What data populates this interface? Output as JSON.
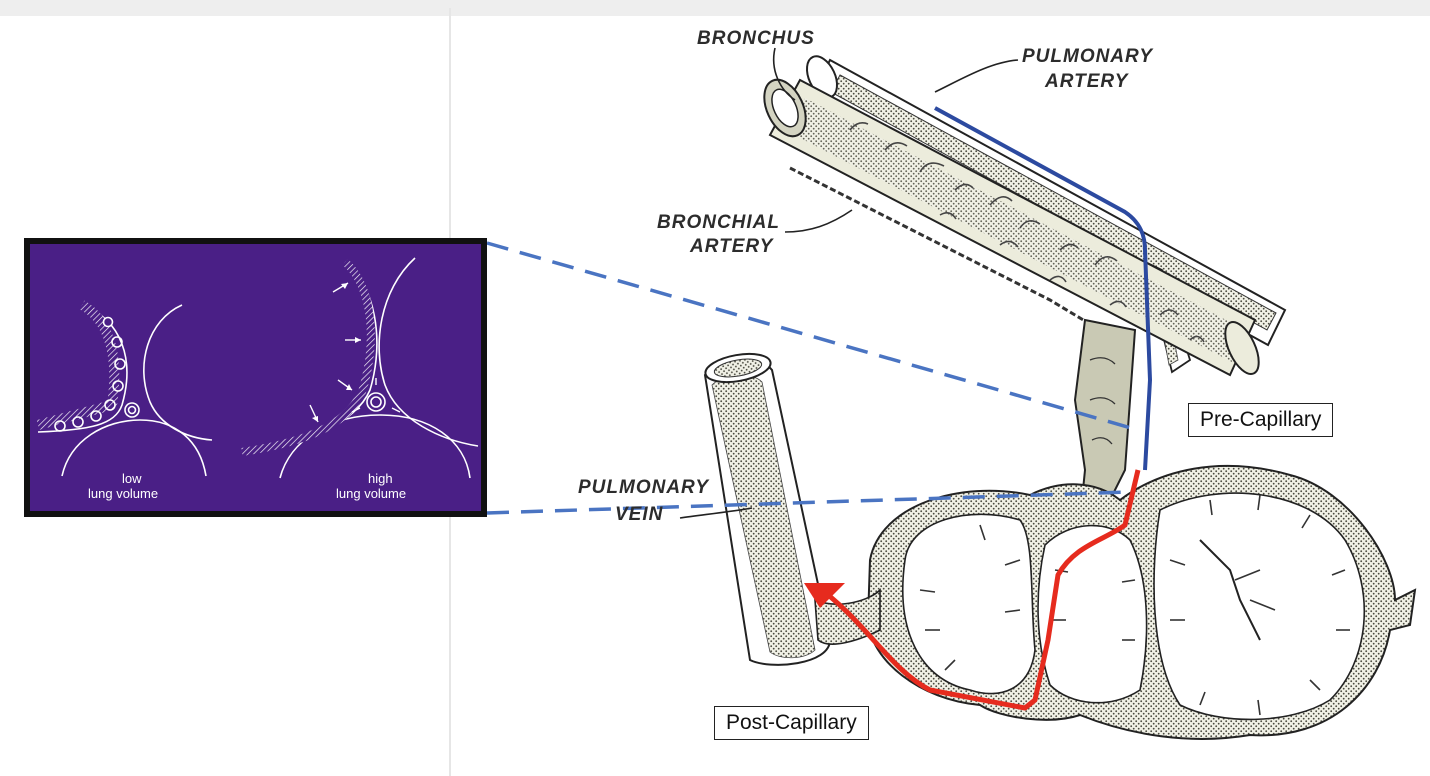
{
  "labels": {
    "bronchus": "BRONCHUS",
    "pulmonary_artery_line1": "PULMONARY",
    "pulmonary_artery_line2": "ARTERY",
    "bronchial_artery_line1": "BRONCHIAL",
    "bronchial_artery_line2": "ARTERY",
    "pulmonary_vein_line1": "PULMONARY",
    "pulmonary_vein_line2": "VEIN"
  },
  "boxes": {
    "pre_capillary": "Pre-Capillary",
    "post_capillary": "Post-Capillary"
  },
  "inset": {
    "low_line1": "low",
    "low_line2": "lung volume",
    "high_line1": "high",
    "high_line2": "lung volume"
  },
  "colors": {
    "inset_background": "#4a1f86",
    "connector_dashes": "#4a74c2",
    "arterial_path": "#2c4aa0",
    "venous_path": "#e62b1e",
    "tissue_stipple": "#d6d8c4"
  },
  "icons": {
    "arrowhead": "flow-arrow-icon"
  }
}
